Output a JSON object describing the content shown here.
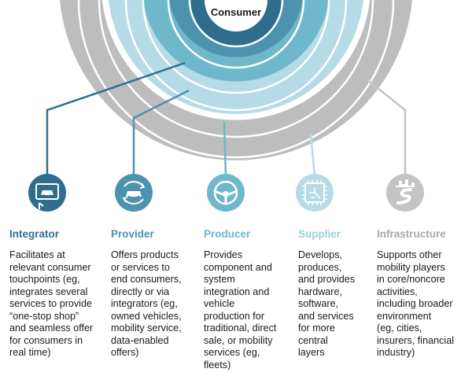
{
  "center_label": "Consumer",
  "colors": {
    "integrator": "#2e6e8c",
    "provider": "#4e93ad",
    "producer": "#6fb7cb",
    "supplier": "#b5dbe6",
    "infrastructure": "#b7b7b7"
  },
  "columns": [
    {
      "key": "integrator",
      "title": "Integrator",
      "icon": "touchscreen-car-icon",
      "description": "Facilitates at\nrelevant consumer\ntouchpoints (eg,\nintegrates several\nservices to provide\n“one-stop shop”\nand seamless offer\nfor consumers in\nreal time)"
    },
    {
      "key": "provider",
      "title": "Provider",
      "icon": "car-cycle-icon",
      "description": "Offers products\nor services to\nend consumers,\ndirectly or via\nintegrators (eg,\nowned vehicles,\nmobility service,\ndata-enabled\noffers)"
    },
    {
      "key": "producer",
      "title": "Producer",
      "icon": "steering-wheel-icon",
      "description": "Provides\ncomponent and\nsystem\nintegration and\nvehicle\nproduction for\ntraditional, direct\nsale, or mobility\nservices (eg,\nfleets)"
    },
    {
      "key": "supplier",
      "title": "Supplier",
      "icon": "microchip-icon",
      "description": "Develops,\nproduces,\nand provides\nhardware,\nsoftware,\nand services\nfor more\ncentral\nlayers"
    },
    {
      "key": "infrastructure",
      "title": "Infrastructure",
      "icon": "road-city-icon",
      "description": "Supports other\nmobility players\nin core/noncore\nactivities,\nincluding broader\nenvironment\n(eg, cities,\ninsurers, financial\nindustry)"
    }
  ]
}
